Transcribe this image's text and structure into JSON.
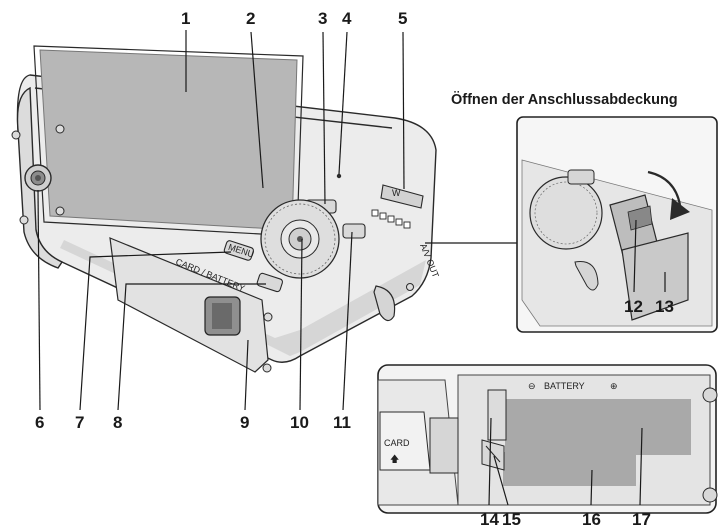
{
  "title": "Öffnen der Anschlussabdeckung",
  "callouts": [
    {
      "id": "1",
      "label": "1"
    },
    {
      "id": "2",
      "label": "2"
    },
    {
      "id": "3",
      "label": "3"
    },
    {
      "id": "4",
      "label": "4"
    },
    {
      "id": "5",
      "label": "5"
    },
    {
      "id": "6",
      "label": "6"
    },
    {
      "id": "7",
      "label": "7"
    },
    {
      "id": "8",
      "label": "8"
    },
    {
      "id": "9",
      "label": "9"
    },
    {
      "id": "10",
      "label": "10"
    },
    {
      "id": "11",
      "label": "11"
    },
    {
      "id": "12",
      "label": "12"
    },
    {
      "id": "13",
      "label": "13"
    },
    {
      "id": "14",
      "label": "14"
    },
    {
      "id": "15",
      "label": "15"
    },
    {
      "id": "16",
      "label": "16"
    },
    {
      "id": "17",
      "label": "17"
    }
  ],
  "camera_texts": {
    "menu": "MENU",
    "card_battery": "CARD / BATTERY",
    "w": "W",
    "av_out": "A/V OUT",
    "battery": "BATTERY",
    "card": "CARD"
  },
  "colors": {
    "line": "#1a1a1a",
    "lcd": "#b7b7b7",
    "body": "#ececec",
    "battery_slot": "#a9a9a9",
    "inset_border": "#222222"
  }
}
